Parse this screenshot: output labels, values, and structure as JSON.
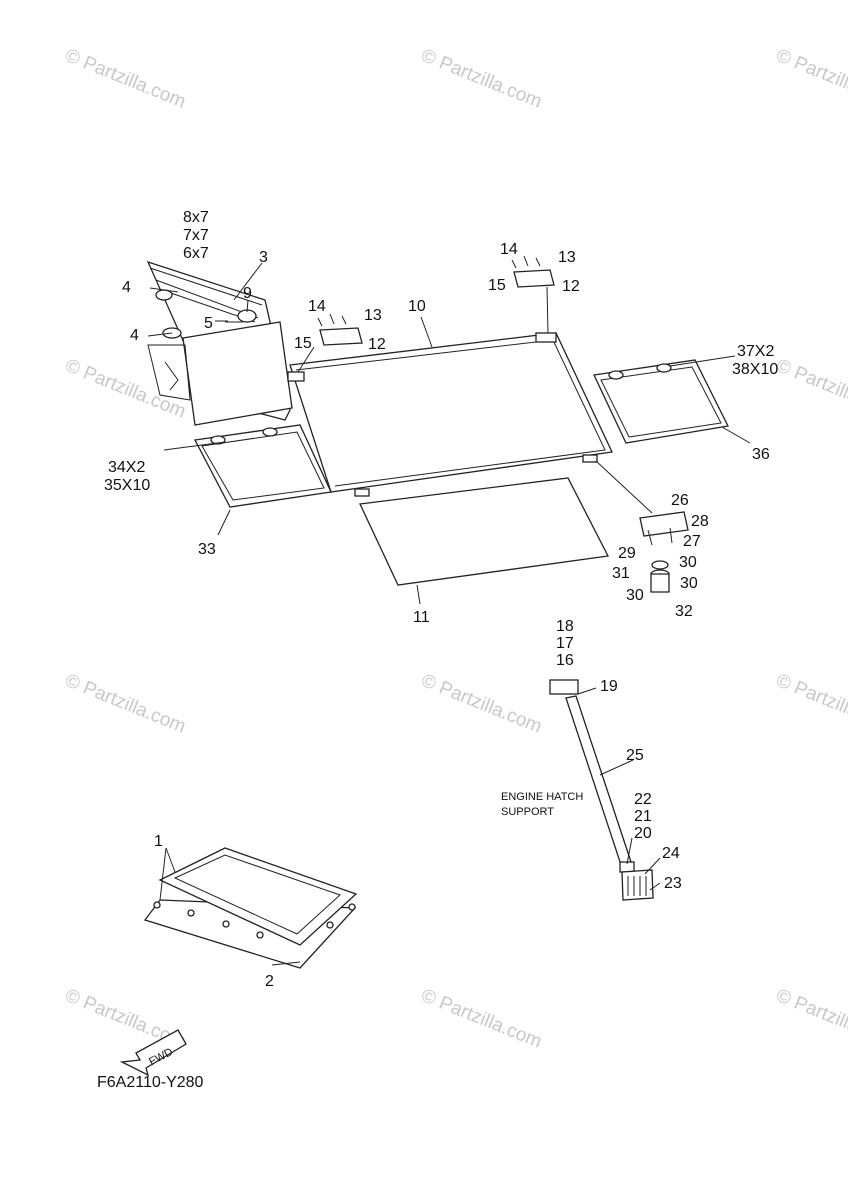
{
  "diagram_code": "F6A2110-Y280",
  "fwd_label": "FWD",
  "watermark": "© Partzilla.com",
  "note": [
    "ENGINE HATCH",
    "SUPPORT"
  ],
  "labels": {
    "l1": "1",
    "l2": "2",
    "l3": "3",
    "l4a": "4",
    "l4b": "4",
    "l5": "5",
    "l6x7": "6x7",
    "l7x7": "7x7",
    "l8x7": "8x7",
    "l9": "9",
    "l10": "10",
    "l11": "11",
    "l12a": "12",
    "l12b": "12",
    "l13a": "13",
    "l13b": "13",
    "l14a": "14",
    "l14b": "14",
    "l15a": "15",
    "l15b": "15",
    "l16": "16",
    "l17": "17",
    "l18": "18",
    "l19": "19",
    "l20": "20",
    "l21": "21",
    "l22": "22",
    "l23": "23",
    "l24": "24",
    "l25": "25",
    "l26": "26",
    "l27": "27",
    "l28": "28",
    "l29": "29",
    "l30a": "30",
    "l30b": "30",
    "l30c": "30",
    "l31": "31",
    "l32": "32",
    "l33": "33",
    "l34": "34X2",
    "l35": "35X10",
    "l36": "36",
    "l37": "37X2",
    "l38": "38X10"
  }
}
